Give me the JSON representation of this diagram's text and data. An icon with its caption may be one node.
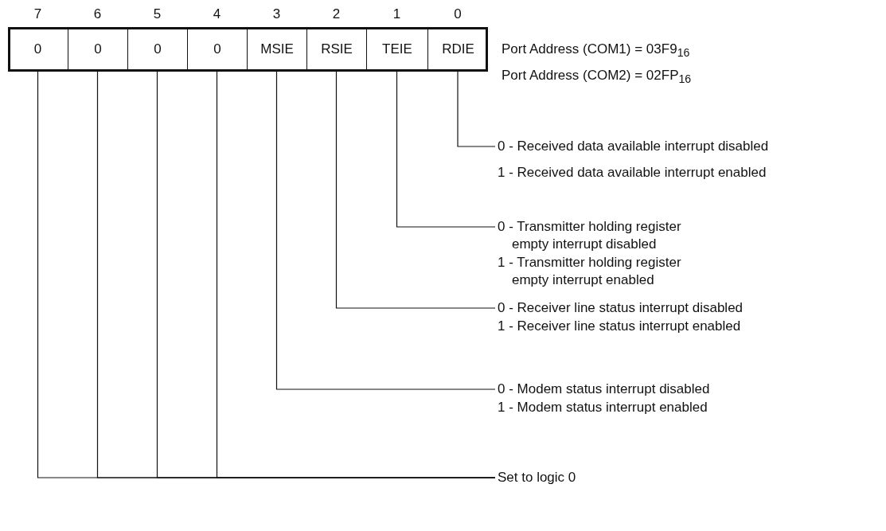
{
  "diagram": {
    "nodes": [
      {
        "text": [
          "0"
        ],
        "beside": [
          "7"
        ]
      },
      {
        "text": [
          "0"
        ],
        "beside": [
          "6"
        ]
      },
      {
        "text": [
          "0"
        ],
        "beside": [
          "5"
        ]
      },
      {
        "text": [
          "0"
        ],
        "beside": [
          "4"
        ]
      },
      {
        "text": [
          "MSIE"
        ],
        "beside": [
          "3"
        ]
      },
      {
        "text": [
          "RSIE"
        ],
        "beside": [
          "2"
        ]
      },
      {
        "text": [
          "TEIE"
        ],
        "beside": [
          "1"
        ]
      },
      {
        "text": [
          "RDIE"
        ],
        "beside": [
          "0"
        ]
      },
      {
        "text": [
          "0 - Received data available interrupt disabled",
          "1 - Received data available interrupt enabled"
        ]
      },
      {
        "text": [
          "0 - Transmitter holding register empty interrupt disabled",
          "1 - Transmitter holding register empty interrupt enabled"
        ]
      },
      {
        "text": [
          "0 - Receiver line status interrupt disabled",
          "1 - Receiver line status interrupt enabled"
        ]
      },
      {
        "text": [
          "0 - Modem status interrupt disabled",
          "1 - Modem status interrupt enabled"
        ]
      },
      {
        "text": [
          "Set to logic 0"
        ]
      }
    ],
    "edges": [
      {
        "from": 7,
        "to": 8,
        "arrow": "none"
      },
      {
        "from": 6,
        "to": 9,
        "arrow": "none"
      },
      {
        "from": 5,
        "to": 10,
        "arrow": "none"
      },
      {
        "from": 4,
        "to": 11,
        "arrow": "none"
      },
      {
        "from": 0,
        "to": 12,
        "arrow": "none"
      },
      {
        "from": 1,
        "to": 12,
        "arrow": "none"
      },
      {
        "from": 2,
        "to": 12,
        "arrow": "none"
      },
      {
        "from": 3,
        "to": 12,
        "arrow": "none"
      }
    ],
    "labels": [
      "Port Address (COM1) = 03F9$_{16}$",
      "Port Address (COM2) = 02FP$_{16}$"
    ]
  }
}
